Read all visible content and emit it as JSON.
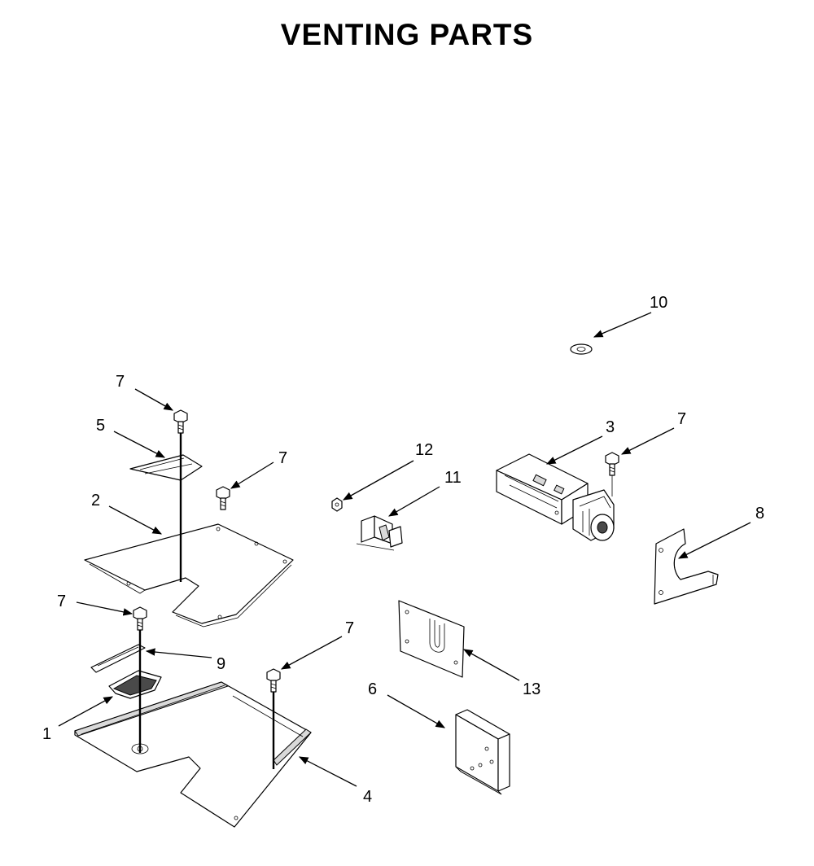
{
  "title": "VENTING PARTS",
  "callouts": {
    "c1": "1",
    "c2": "2",
    "c3": "3",
    "c4": "4",
    "c5": "5",
    "c6": "6",
    "c7": "7",
    "c8": "8",
    "c9": "9",
    "c10": "10",
    "c11": "11",
    "c12": "12",
    "c13": "13"
  }
}
